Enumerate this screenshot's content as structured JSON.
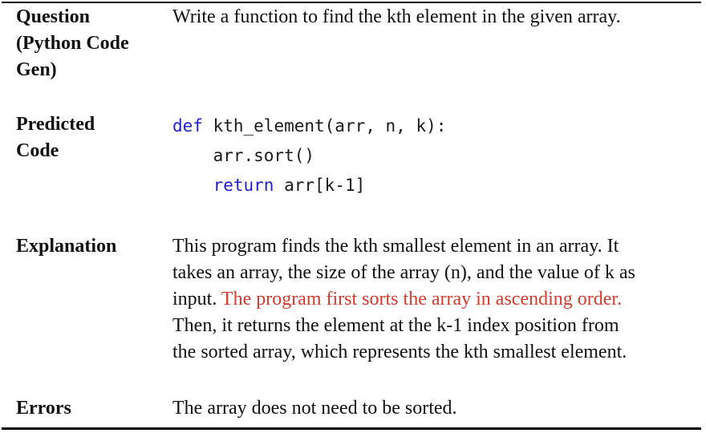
{
  "rows": {
    "question": {
      "label": "Question\n(Python Code\nGen)",
      "text": "Write a function to find the kth element in the given array."
    },
    "predicted_code": {
      "label": "Predicted\nCode",
      "lines": [
        {
          "indent": "",
          "keyword": "def",
          "rest": " kth_element(arr, n, k):"
        },
        {
          "indent": "    ",
          "keyword": "",
          "rest": "arr.sort()"
        },
        {
          "indent": "    ",
          "keyword": "return",
          "rest": " arr[k-1]"
        }
      ]
    },
    "explanation": {
      "label": "Explanation",
      "line1": "This program finds the kth smallest element in an array. It",
      "line2": "takes an array, the size of the array (n), and the value of k as",
      "line3_plain": "input. ",
      "line3_highlight": "The program first sorts the array in ascending order.",
      "line4": "Then, it returns the element at the k-1 index position from",
      "line5": "the sorted array, which represents the kth smallest element."
    },
    "errors": {
      "label": "Errors",
      "text": "The array does not need to be sorted."
    }
  },
  "colors": {
    "keyword": "#1f1fd4",
    "error_highlight": "#d63a2a",
    "text": "#111111"
  }
}
